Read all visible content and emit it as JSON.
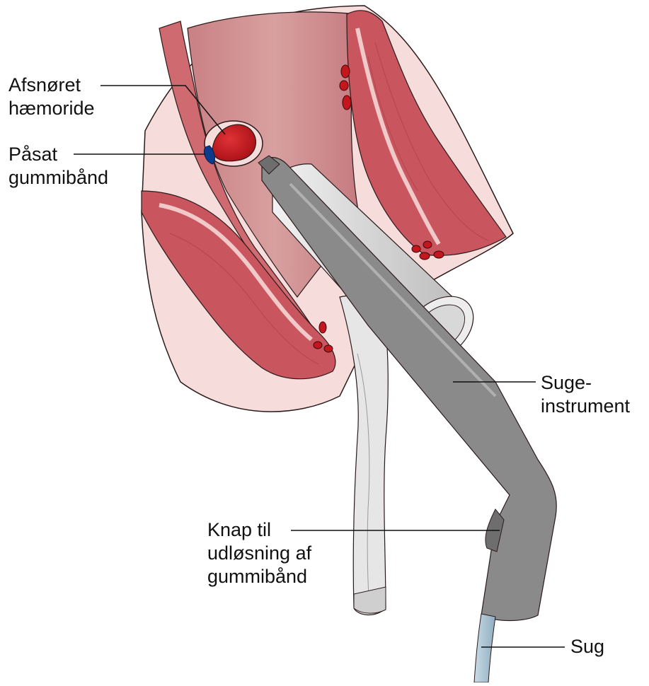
{
  "labels": {
    "banded_hemorrhoid": [
      "Afsnøret",
      "hæmoride"
    ],
    "applied_rubber_band": [
      "Påsat",
      "gummibånd"
    ],
    "suction_instrument": [
      "Suge-",
      "instrument"
    ],
    "release_button": [
      "Knap til",
      "udløsning af",
      "gummibånd"
    ],
    "suction": [
      "Sug"
    ]
  },
  "colors": {
    "tissue_light": "#f5d0cf",
    "tissue_mid": "#d8868a",
    "muscle": "#c2555d",
    "muscle_dark": "#a6404a",
    "vessel": "#c4161c",
    "hemorrhoid": "#c8141c",
    "band": "#0d3b8c",
    "instrument": "#8a8a8a",
    "instrument_dark": "#6e6e6e",
    "anoscope": "#e3e3e3",
    "tube": "#b9cfdc"
  }
}
